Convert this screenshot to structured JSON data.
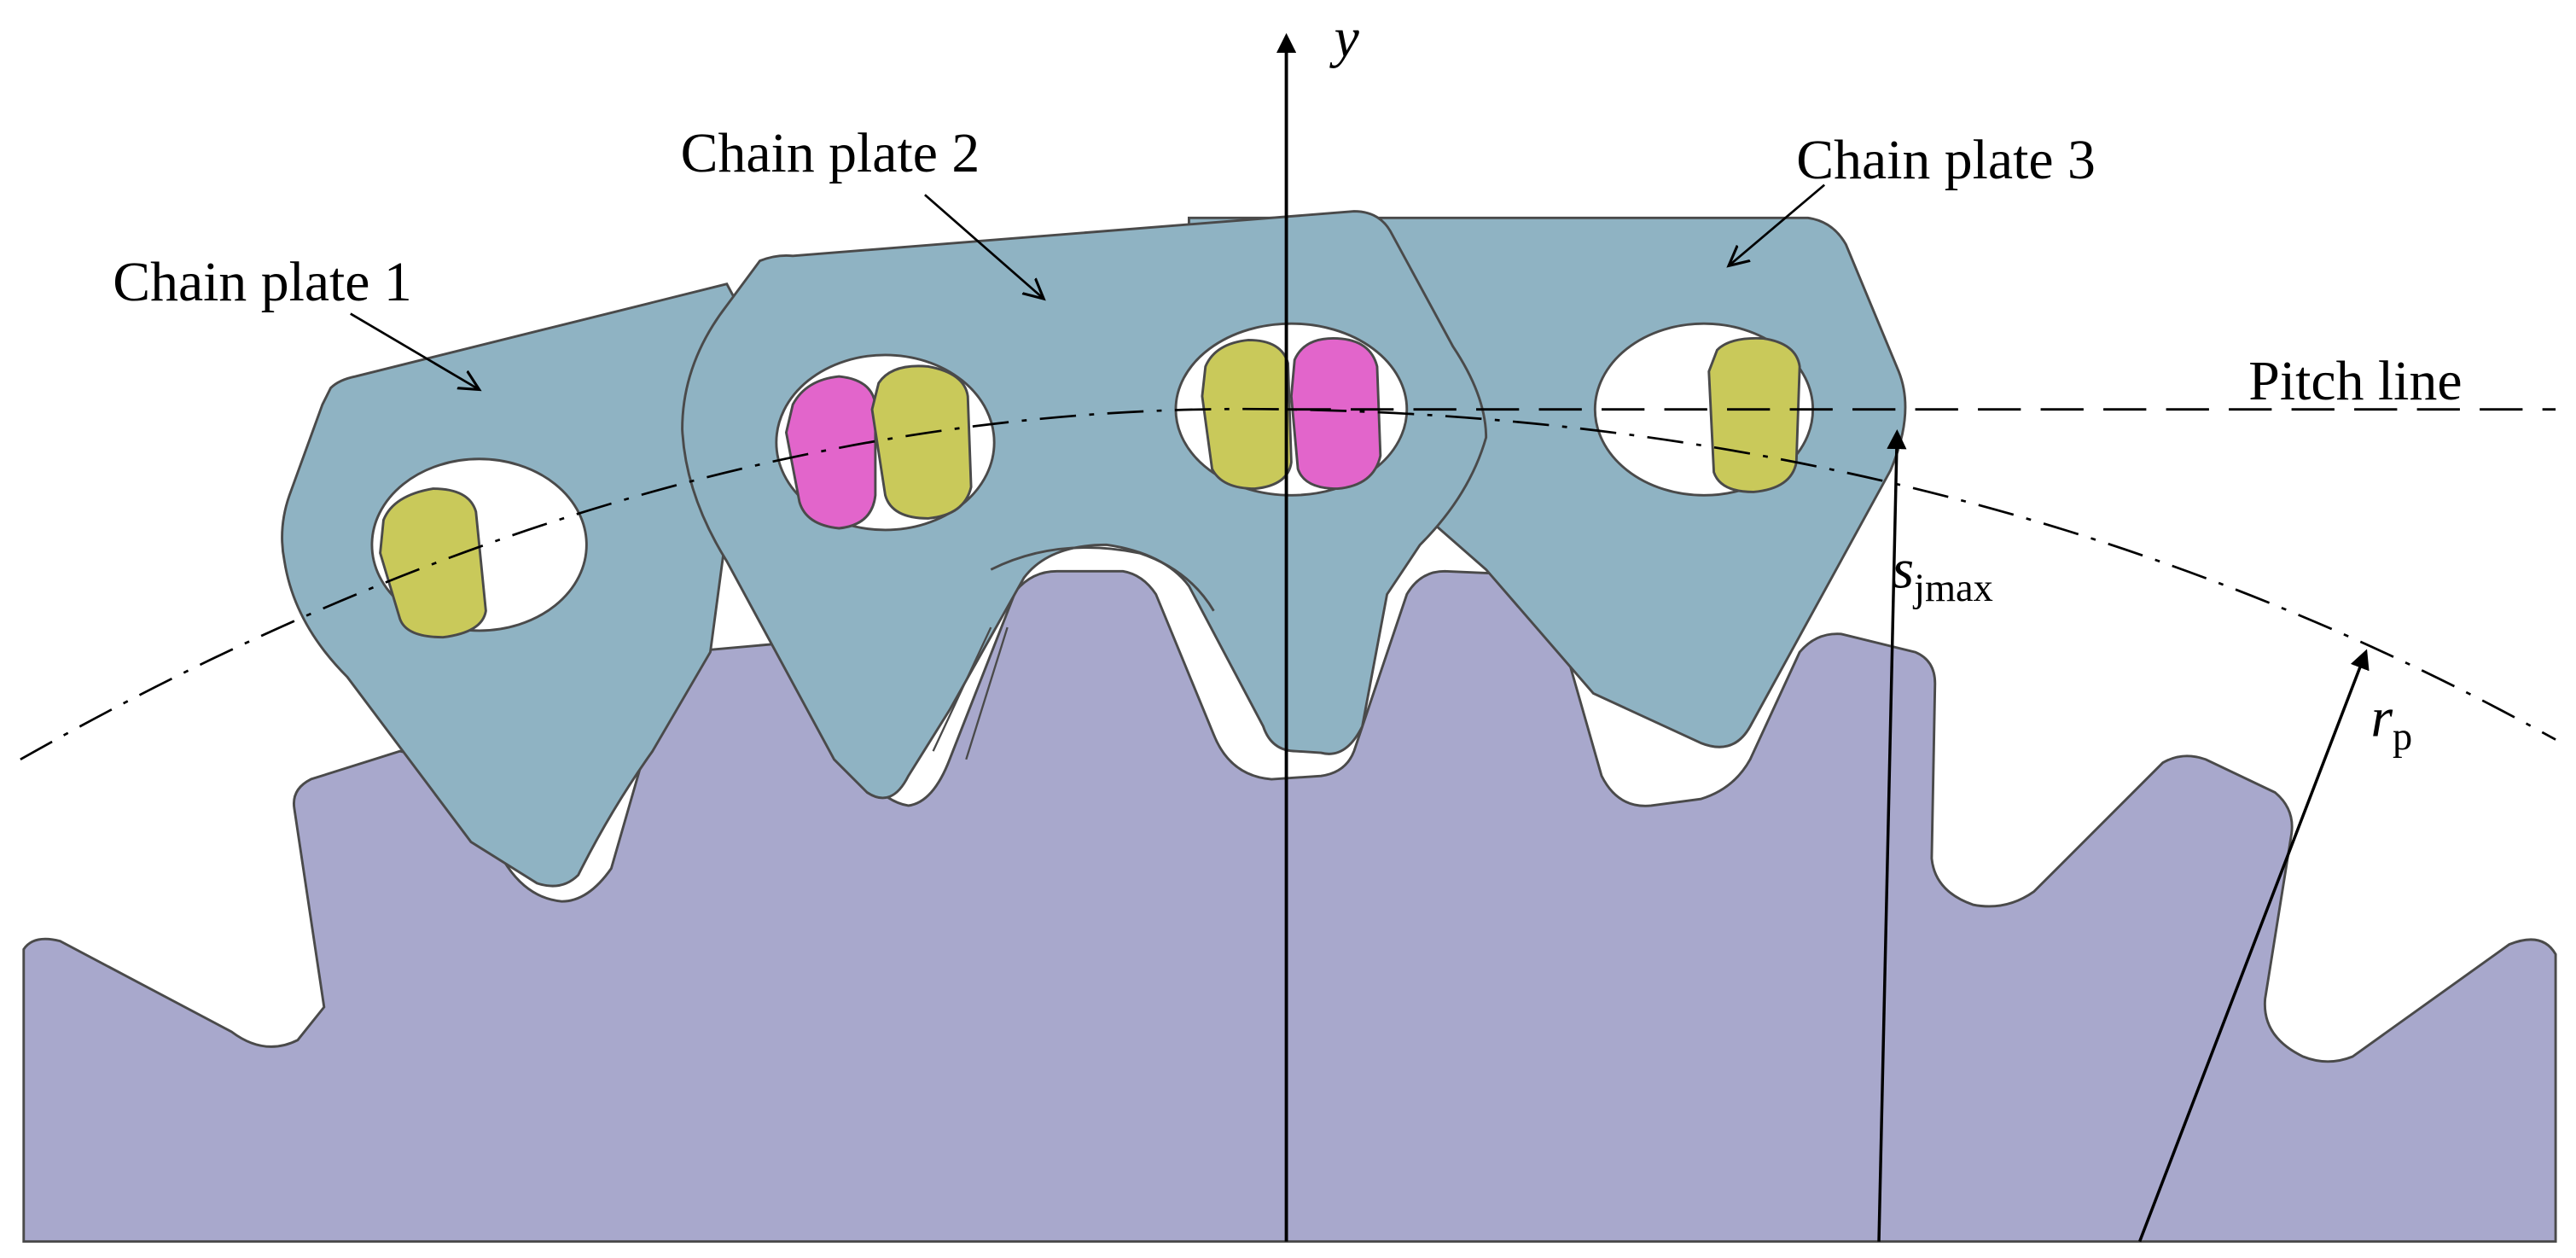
{
  "labels": {
    "chain_plate_1": "Chain plate 1",
    "chain_plate_2": "Chain plate 2",
    "chain_plate_3": "Chain plate 3",
    "pitch_line": "Pitch line",
    "y_axis": "y",
    "s_jmax_main": "s",
    "s_jmax_sub": "jmax",
    "r_p_main": "r",
    "r_p_sub": "p"
  },
  "colors": {
    "sprocket": "#a8a8cc",
    "chain_plate": "#8fb3c3",
    "pin_yellow": "#c9c95a",
    "pin_magenta": "#e265cb",
    "outline": "#4a4a4a",
    "line": "#000000"
  }
}
